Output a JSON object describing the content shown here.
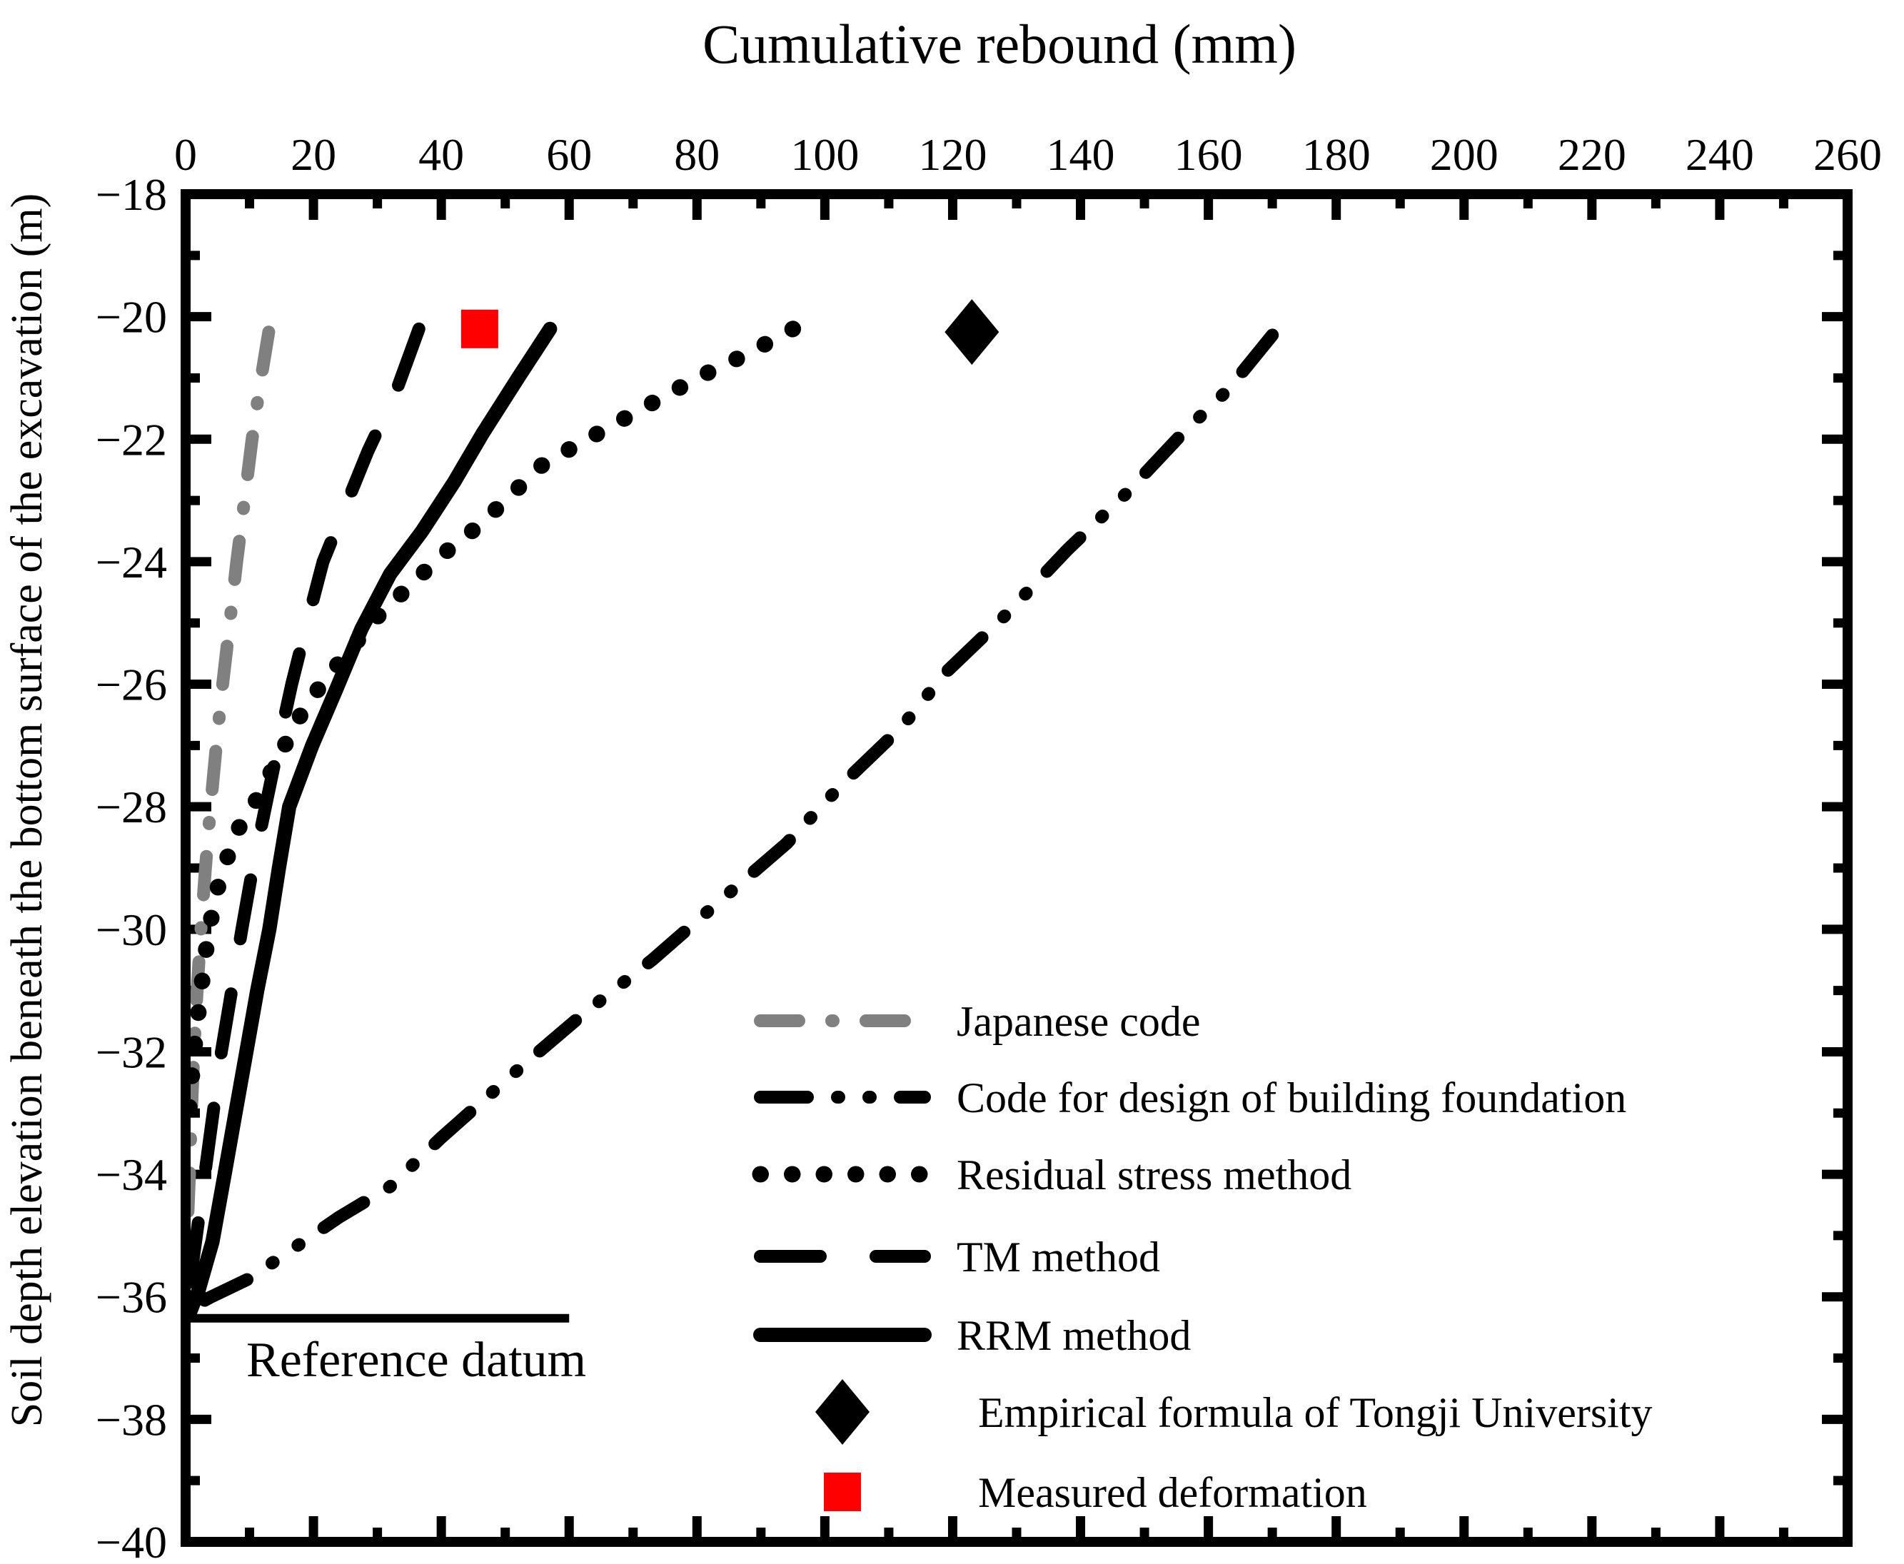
{
  "figure": {
    "background": "#ffffff",
    "title": "Cumulative rebound (mm)",
    "y_axis_title": "Soil depth elevation beneath the bottom surface of the excavation (m)",
    "reference_annotation": "Reference datum"
  },
  "colors": {
    "black": "#000000",
    "gray": "#808080",
    "red": "#ff0000",
    "background": "#ffffff"
  },
  "chart_data": {
    "type": "line",
    "title": "Cumulative rebound (mm)",
    "xlabel": "Cumulative rebound (mm)",
    "ylabel": "Soil depth elevation beneath the bottom surface of the excavation (m)",
    "xlim": [
      0,
      260
    ],
    "ylim": [
      -40,
      -18
    ],
    "x_tick_step": 20,
    "x_minor_step": 10,
    "y_tick_step": 2,
    "y_minor_step": 1,
    "grid": false,
    "legend_position": "inside-bottom-right",
    "x_tick_labels": [
      "0",
      "20",
      "40",
      "60",
      "80",
      "100",
      "120",
      "140",
      "160",
      "180",
      "200",
      "220",
      "240",
      "260"
    ],
    "y_tick_labels": [
      "−18",
      "−20",
      "−22",
      "−24",
      "−26",
      "−28",
      "−30",
      "−32",
      "−34",
      "−36",
      "−38",
      "−40"
    ],
    "series": [
      {
        "name": "Japanese code",
        "style": "dashdot",
        "color": "#808080",
        "width": 18,
        "points": [
          [
            13,
            -20.25
          ],
          [
            11.5,
            -21.2
          ],
          [
            10.4,
            -22
          ],
          [
            9.2,
            -23
          ],
          [
            8,
            -24
          ],
          [
            6.9,
            -25
          ],
          [
            5.8,
            -26
          ],
          [
            4.8,
            -27
          ],
          [
            3.9,
            -28
          ],
          [
            3.1,
            -29
          ],
          [
            2.4,
            -30
          ],
          [
            1.8,
            -31
          ],
          [
            1.3,
            -32
          ],
          [
            0.9,
            -33
          ],
          [
            0.6,
            -34
          ],
          [
            0.3,
            -34.8
          ],
          [
            0.1,
            -35.6
          ]
        ]
      },
      {
        "name": "Code for design of building foundation",
        "style": "dashdotdot",
        "color": "#000000",
        "width": 18,
        "points": [
          [
            170,
            -20.3
          ],
          [
            163,
            -21.2
          ],
          [
            156,
            -21.9
          ],
          [
            147,
            -22.9
          ],
          [
            138,
            -23.8
          ],
          [
            128,
            -24.9
          ],
          [
            119,
            -25.8
          ],
          [
            112,
            -26.7
          ],
          [
            103,
            -27.6
          ],
          [
            94,
            -28.6
          ],
          [
            84,
            -29.5
          ],
          [
            73,
            -30.5
          ],
          [
            62,
            -31.4
          ],
          [
            53,
            -32.2
          ],
          [
            40,
            -33.4
          ],
          [
            32,
            -34.2
          ],
          [
            24,
            -34.7
          ],
          [
            17,
            -35.2
          ],
          [
            10,
            -35.7
          ],
          [
            4,
            -36.0
          ],
          [
            0.5,
            -36.2
          ]
        ]
      },
      {
        "name": "Residual stress method",
        "style": "dotted",
        "color": "#000000",
        "width": 23,
        "points": [
          [
            95,
            -20.2
          ],
          [
            88,
            -20.6
          ],
          [
            80,
            -21.0
          ],
          [
            68,
            -21.7
          ],
          [
            56,
            -22.4
          ],
          [
            46,
            -23.4
          ],
          [
            40,
            -23.9
          ],
          [
            35,
            -24.4
          ],
          [
            30,
            -24.9
          ],
          [
            26,
            -25.4
          ],
          [
            22,
            -25.9
          ],
          [
            18.5,
            -26.4
          ],
          [
            15.5,
            -27.0
          ],
          [
            13,
            -27.5
          ],
          [
            10.5,
            -28.0
          ],
          [
            8,
            -28.4
          ],
          [
            6.3,
            -28.9
          ],
          [
            4.8,
            -29.4
          ],
          [
            3.5,
            -30.1
          ],
          [
            2.4,
            -31.0
          ],
          [
            1.5,
            -31.8
          ],
          [
            0.8,
            -32.6
          ],
          [
            0.3,
            -33.3
          ]
        ]
      },
      {
        "name": "TM method",
        "style": "dashed",
        "color": "#000000",
        "width": 18,
        "points": [
          [
            36.5,
            -20.2
          ],
          [
            33,
            -21.2
          ],
          [
            28.5,
            -22.2
          ],
          [
            25,
            -23.1
          ],
          [
            21.5,
            -24.0
          ],
          [
            19,
            -25.0
          ],
          [
            16.6,
            -26.0
          ],
          [
            14.5,
            -27.0
          ],
          [
            12.5,
            -28.0
          ],
          [
            10.5,
            -29.0
          ],
          [
            8.8,
            -30.0
          ],
          [
            7.2,
            -31.0
          ],
          [
            5.6,
            -32.0
          ],
          [
            4.3,
            -33.0
          ],
          [
            3.0,
            -34.0
          ],
          [
            1.7,
            -35.0
          ],
          [
            0.5,
            -35.9
          ]
        ]
      },
      {
        "name": "RRM method",
        "style": "solid",
        "color": "#000000",
        "width": 20,
        "points": [
          [
            57,
            -20.2
          ],
          [
            52,
            -21.0
          ],
          [
            46.5,
            -21.9
          ],
          [
            42,
            -22.7
          ],
          [
            37,
            -23.5
          ],
          [
            32,
            -24.2
          ],
          [
            27.5,
            -25.1
          ],
          [
            23.5,
            -26.1
          ],
          [
            19.8,
            -27.0
          ],
          [
            16.2,
            -28.0
          ],
          [
            14.6,
            -29.0
          ],
          [
            13.1,
            -30.0
          ],
          [
            11.2,
            -31.0
          ],
          [
            9.5,
            -32.0
          ],
          [
            7.8,
            -33.0
          ],
          [
            6.1,
            -34.0
          ],
          [
            4.2,
            -35.1
          ],
          [
            2.0,
            -35.9
          ],
          [
            0.5,
            -36.3
          ]
        ]
      }
    ],
    "markers": [
      {
        "name": "Empirical formula of Tongji University",
        "shape": "diamond",
        "color": "#000000",
        "x": 123,
        "y": -20.25
      },
      {
        "name": "Measured deformation",
        "shape": "square",
        "color": "#ff0000",
        "x": 46,
        "y": -20.2
      }
    ],
    "reference_line": {
      "label": "Reference datum",
      "y": -36.35,
      "x_start": 0,
      "x_end": 60,
      "color": "#000000"
    },
    "legend": [
      {
        "label": "Japanese code",
        "style": "dashdot",
        "color": "#808080",
        "width": 18
      },
      {
        "label": "Code for design of building foundation",
        "style": "dashdotdot",
        "color": "#000000",
        "width": 18
      },
      {
        "label": "Residual stress method",
        "style": "dotted",
        "color": "#000000",
        "width": 23
      },
      {
        "label": "TM method",
        "style": "dashed",
        "color": "#000000",
        "width": 18
      },
      {
        "label": "RRM method",
        "style": "solid",
        "color": "#000000",
        "width": 20
      },
      {
        "label": "Empirical formula of Tongji University",
        "style": "diamond",
        "color": "#000000"
      },
      {
        "label": "Measured deformation",
        "style": "square",
        "color": "#ff0000"
      }
    ]
  }
}
